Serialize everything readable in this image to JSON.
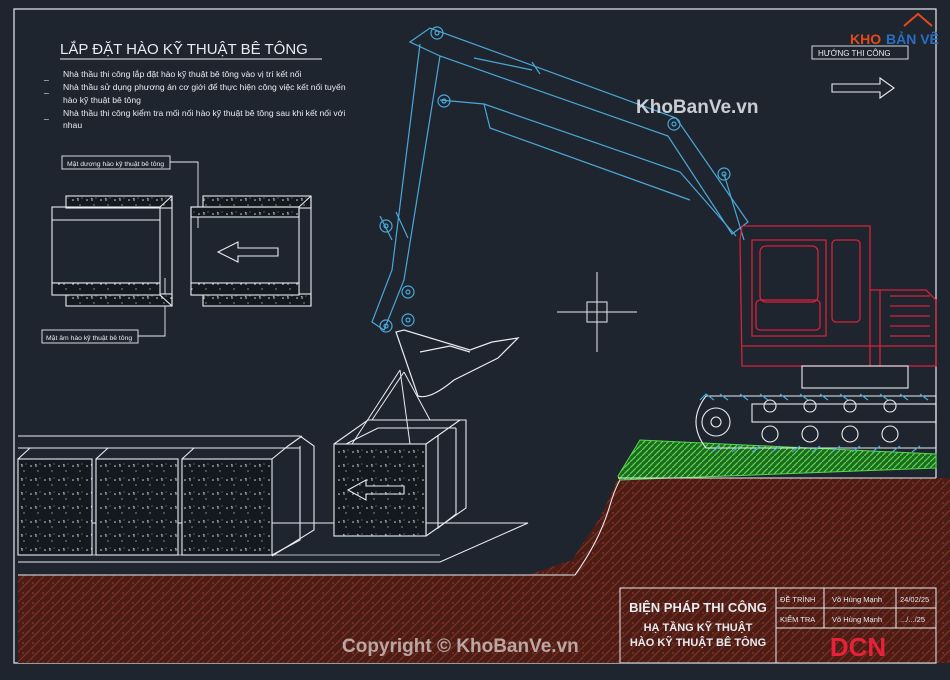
{
  "heading": "LẮP ĐẶT HÀO KỸ THUẬT BÊ TÔNG",
  "notes": [
    "Nhà thầu thi công lắp đặt hào kỹ thuật bê tông vào vị trí kết nối",
    "Nhà thầu sử dụng phương án cơ giới để thực hiện công việc kết nối tuyến",
    "hào kỹ thuật bê tông",
    "Nhà thầu thi công kiểm tra mối nối hào kỹ thuật bê tông sau khi kết nối với",
    "nhau"
  ],
  "labels": {
    "top_face": "Mặt dương hào kỹ thuật bê tông",
    "bottom_face": "Mặt âm hào kỹ thuật bê tông",
    "direction": "HƯỚNG THI CÔNG"
  },
  "watermark": {
    "site": "KhoBanVe.vn",
    "copyright": "Copyright © KhoBanVe.vn",
    "logo_a": "KHO",
    "logo_b": "BẢN VẼ"
  },
  "title_block": {
    "title": "BIỆN PHÁP THI CÔNG",
    "subtitle1": "HẠ TẦNG KỸ THUẬT",
    "subtitle2": "HÀO KỸ THUẬT BÊ TÔNG",
    "row1_role": "ĐỀ TRÌNH",
    "row1_name": "Võ Hùng Mạnh",
    "row1_date": "24/02/25",
    "row2_role": "KIỂM TRA",
    "row2_name": "Võ Hùng Mạnh",
    "row2_date": ".../.../25",
    "company_logo": "DCN"
  },
  "colors": {
    "background": "#1f252f",
    "line": "#e8ecf0",
    "excavator_arm": "#4aa8d8",
    "cab": "#d8213a",
    "soil": "#5a2219",
    "grass": "#3fbf3a"
  }
}
